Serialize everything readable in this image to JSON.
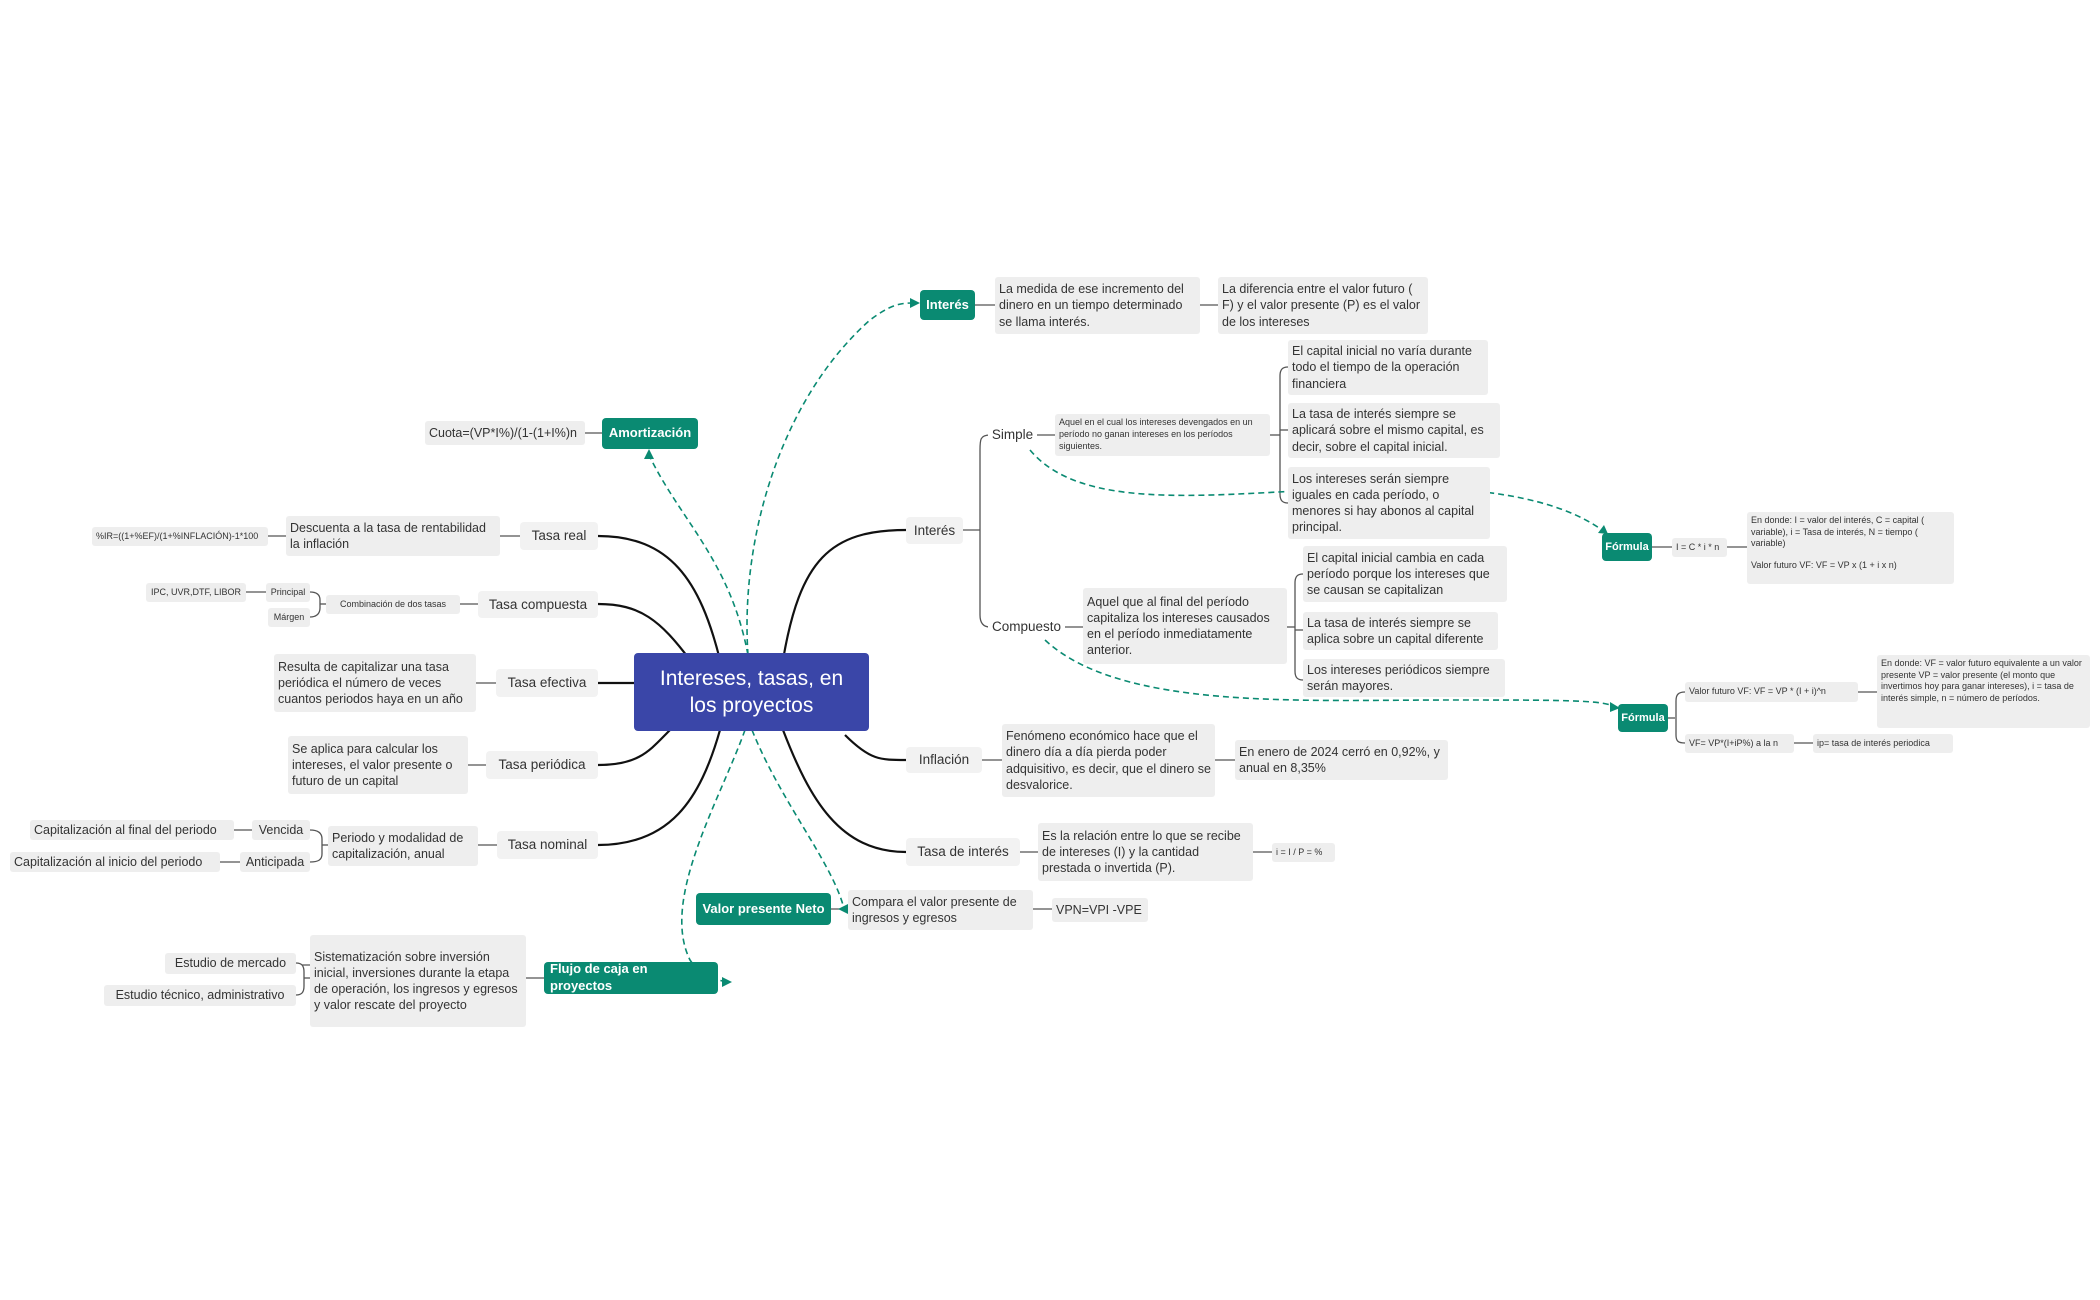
{
  "root": {
    "title": "Intereses, tasas, en los proyectos"
  },
  "right": {
    "interes_top": {
      "label": "Interés",
      "def": "La medida de ese incremento del dinero en un tiempo determinado se llama interés.",
      "diff": "La diferencia entre el valor futuro ( F) y el valor presente (P) es el valor de los intereses"
    },
    "interes": {
      "label": "Interés",
      "simple": {
        "label": "Simple",
        "desc": "Aquel en el cual los intereses devengados en un período no ganan intereses en los períodos siguientes.",
        "points": [
          "El capital inicial no varía durante todo el tiempo de la operación financiera",
          "La tasa de interés siempre se aplicará sobre el mismo capital, es decir, sobre el capital inicial.",
          "Los intereses serán siempre iguales en cada período, o menores si hay abonos al capital principal."
        ],
        "formula": {
          "label": "Fórmula",
          "expr": "I = C * i * n",
          "explain_1": "En donde: I =  valor del interés, C = capital ( variable), i = Tasa de interés, N = tiempo ( variable)",
          "explain_2": "Valor futuro VF:  VF = VP x (1 + i x n)"
        }
      },
      "compuesto": {
        "label": "Compuesto",
        "desc": "Aquel que al final del período capitaliza los intereses causados en el período inmediatamente anterior.",
        "points": [
          "El capital inicial cambia en cada período porque los intereses que se causan se capitalizan",
          "La tasa de interés siempre se aplica sobre un capital diferente",
          "Los intereses periódicos siempre serán mayores."
        ],
        "formula": {
          "label": "Fórmula",
          "vf": "Valor futuro VF: VF =  VP * (I +  i)^n",
          "vf_explain": "En donde: VF = valor futuro equivalente a un valor presente VP = valor presente (el monto que invertimos hoy para ganar intereses), i = tasa de interés simple, n = número de períodos.",
          "vf2": "VF= VP*(I+iP%) a la n",
          "vf2_explain": "ip= tasa de interés periodica"
        }
      }
    },
    "inflacion": {
      "label": "Inflación",
      "def": "Fenómeno económico hace que el dinero día a día pierda poder adquisitivo, es decir, que el dinero se desvalorice.",
      "dato": "En enero de 2024 cerró en 0,92%, y anual en 8,35%"
    },
    "tasa_interes": {
      "label": "Tasa de interés",
      "def": "Es la relación entre lo que se recibe de intereses (I) y la cantidad prestada o invertida (P).",
      "formula": "i =  I / P = %"
    },
    "vpn": {
      "label": "Valor presente Neto",
      "def": "Compara el valor presente de ingresos y egresos",
      "formula": "VPN=VPI -VPE"
    }
  },
  "left": {
    "amortizacion": {
      "label": "Amortización",
      "formula": "Cuota=(VP*I%)/(1-(1+I%)n"
    },
    "tasa_real": {
      "label": "Tasa real",
      "def": "Descuenta a la tasa de rentabilidad la inflación",
      "formula": "%IR=((1+%EF)/(1+%INFLACIÓN)-1*100"
    },
    "tasa_compuesta": {
      "label": "Tasa compuesta",
      "combo": "Combinación de dos tasas",
      "principal": "Principal",
      "principal_ex": "IPC, UVR,DTF, LIBOR",
      "margen": "Márgen"
    },
    "tasa_efectiva": {
      "label": "Tasa efectiva",
      "def": "Resulta de capitalizar una tasa periódica el número de veces cuantos periodos haya en un año"
    },
    "tasa_periodica": {
      "label": "Tasa periódica",
      "def": "Se aplica para calcular los intereses, el valor presente o futuro de un capital"
    },
    "tasa_nominal": {
      "label": "Tasa nominal",
      "def": "Periodo y modalidad de capitalización, anual",
      "vencida": "Vencida",
      "vencida_def": "Capitalización al final del periodo",
      "anticipada": "Anticipada",
      "anticipada_def": "Capitalización al inicio del periodo"
    },
    "flujo": {
      "label": "Flujo de caja en proyectos",
      "def": "Sistematización sobre inversión inicial, inversiones durante la etapa de operación, los ingresos y egresos y valor rescate del proyecto",
      "items": [
        "Estudio de mercado",
        "Estudio técnico, administrativo"
      ]
    }
  },
  "colors": {
    "root": "#3a46a8",
    "accent": "#0a8a72",
    "box": "#eeeeee",
    "line": "#111111",
    "dashed": "#0a8a72"
  }
}
